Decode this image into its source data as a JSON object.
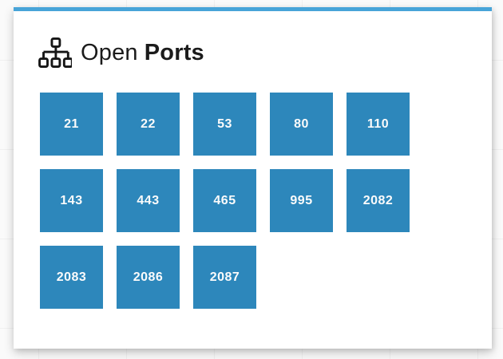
{
  "page": {
    "background_color": "#fafafa",
    "grid_line_color": "#f0f0f0"
  },
  "card": {
    "accent_color": "#47a4d8",
    "header": {
      "icon": "sitemap-icon",
      "title_regular": "Open",
      "title_bold": "Ports"
    },
    "ports": {
      "tile_color": "#2d87bb",
      "tile_text_color": "#fbfbfb",
      "items": [
        "21",
        "22",
        "53",
        "80",
        "110",
        "143",
        "443",
        "465",
        "995",
        "2082",
        "2083",
        "2086",
        "2087"
      ]
    }
  }
}
